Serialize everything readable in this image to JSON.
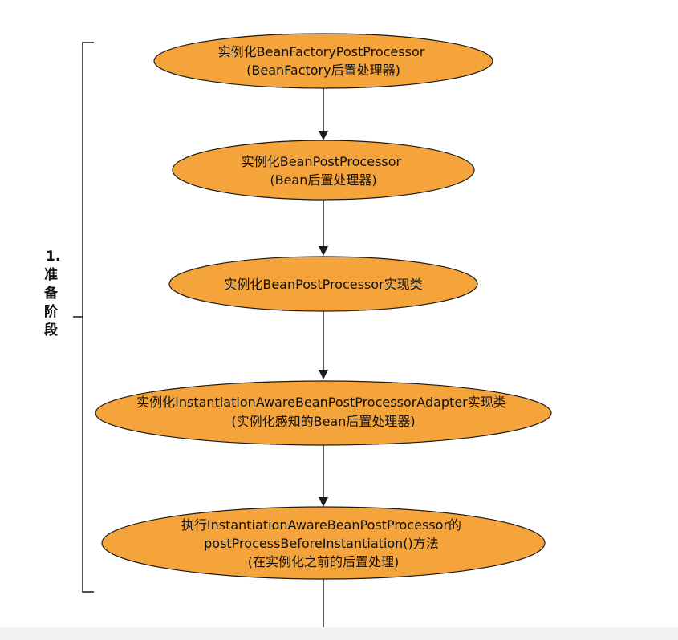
{
  "phase": {
    "label_lines": [
      "1.",
      "准",
      "备",
      "阶",
      "段"
    ]
  },
  "nodes": [
    {
      "lines": [
        "实例化BeanFactoryPostProcessor",
        "(BeanFactory后置处理器)"
      ]
    },
    {
      "lines": [
        "实例化BeanPostProcessor",
        "(Bean后置处理器)"
      ]
    },
    {
      "lines": [
        "实例化BeanPostProcessor实现类"
      ]
    },
    {
      "lines": [
        "实例化InstantiationAwareBeanPostProcessorAdapter实现类",
        "(实例化感知的Bean后置处理器)"
      ]
    },
    {
      "lines": [
        "执行InstantiationAwareBeanPostProcessor的",
        "postProcessBeforeInstantiation()方法",
        "(在实例化之前的后置处理)"
      ]
    }
  ],
  "colors": {
    "node_fill": "#f5a43c",
    "node_stroke": "#1a1a1a",
    "arrow": "#1a1a1a",
    "text": "#111111"
  }
}
